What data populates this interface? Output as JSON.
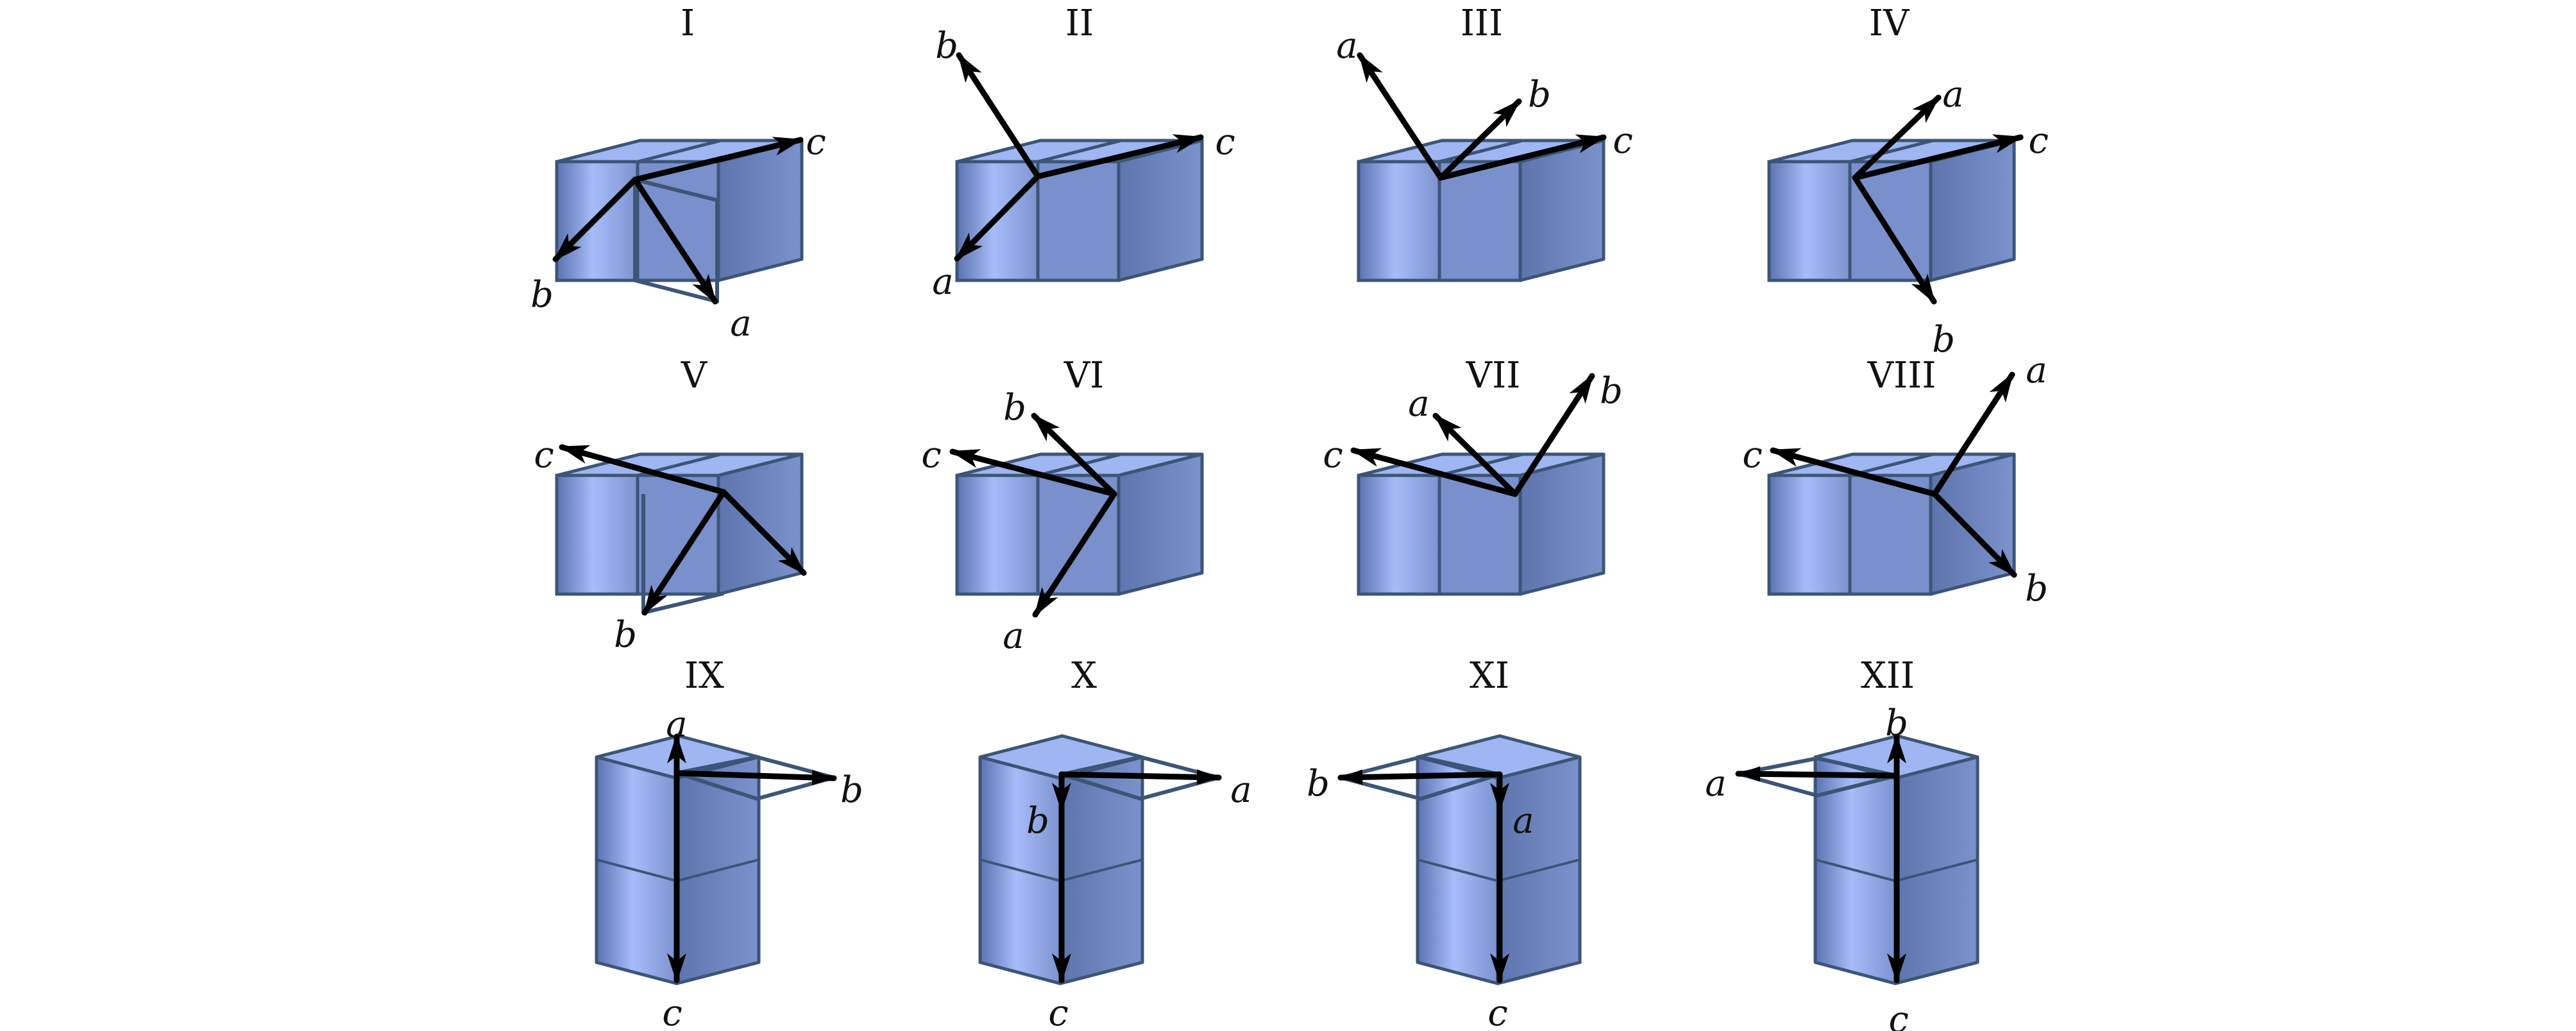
{
  "colors": {
    "face_top": "#9fb6f2",
    "face_left": "#a6bbf7",
    "face_right": "#6a80b9",
    "edge": "#3c5577",
    "arrow": "#000000"
  },
  "panels": [
    {
      "id": "I",
      "title": "I",
      "orient": "horizontal",
      "labels": {
        "a": "a",
        "b": "b",
        "c": "c"
      }
    },
    {
      "id": "II",
      "title": "II",
      "orient": "horizontal",
      "labels": {
        "a": "a",
        "b": "b",
        "c": "c"
      }
    },
    {
      "id": "III",
      "title": "III",
      "orient": "horizontal",
      "labels": {
        "a": "a",
        "b": "b",
        "c": "c"
      }
    },
    {
      "id": "IV",
      "title": "IV",
      "orient": "horizontal",
      "labels": {
        "a": "a",
        "b": "b",
        "c": "c"
      }
    },
    {
      "id": "V",
      "title": "V",
      "orient": "horizontal",
      "labels": {
        "a": "",
        "b": "b",
        "c": "c"
      }
    },
    {
      "id": "VI",
      "title": "VI",
      "orient": "horizontal",
      "labels": {
        "a": "a",
        "b": "b",
        "c": "c"
      }
    },
    {
      "id": "VII",
      "title": "VII",
      "orient": "horizontal",
      "labels": {
        "a": "a",
        "b": "b",
        "c": "c"
      }
    },
    {
      "id": "VIII",
      "title": "VIII",
      "orient": "horizontal",
      "labels": {
        "a": "a",
        "b": "b",
        "c": "c"
      }
    },
    {
      "id": "IX",
      "title": "IX",
      "orient": "vertical",
      "labels": {
        "a": "a",
        "b": "b",
        "c": "c"
      }
    },
    {
      "id": "X",
      "title": "X",
      "orient": "vertical",
      "labels": {
        "a": "a",
        "b": "b",
        "c": "c"
      }
    },
    {
      "id": "XI",
      "title": "XI",
      "orient": "vertical",
      "labels": {
        "a": "a",
        "b": "b",
        "c": "c"
      }
    },
    {
      "id": "XII",
      "title": "XII",
      "orient": "vertical",
      "labels": {
        "a": "a",
        "b": "b",
        "c": "c"
      }
    }
  ]
}
